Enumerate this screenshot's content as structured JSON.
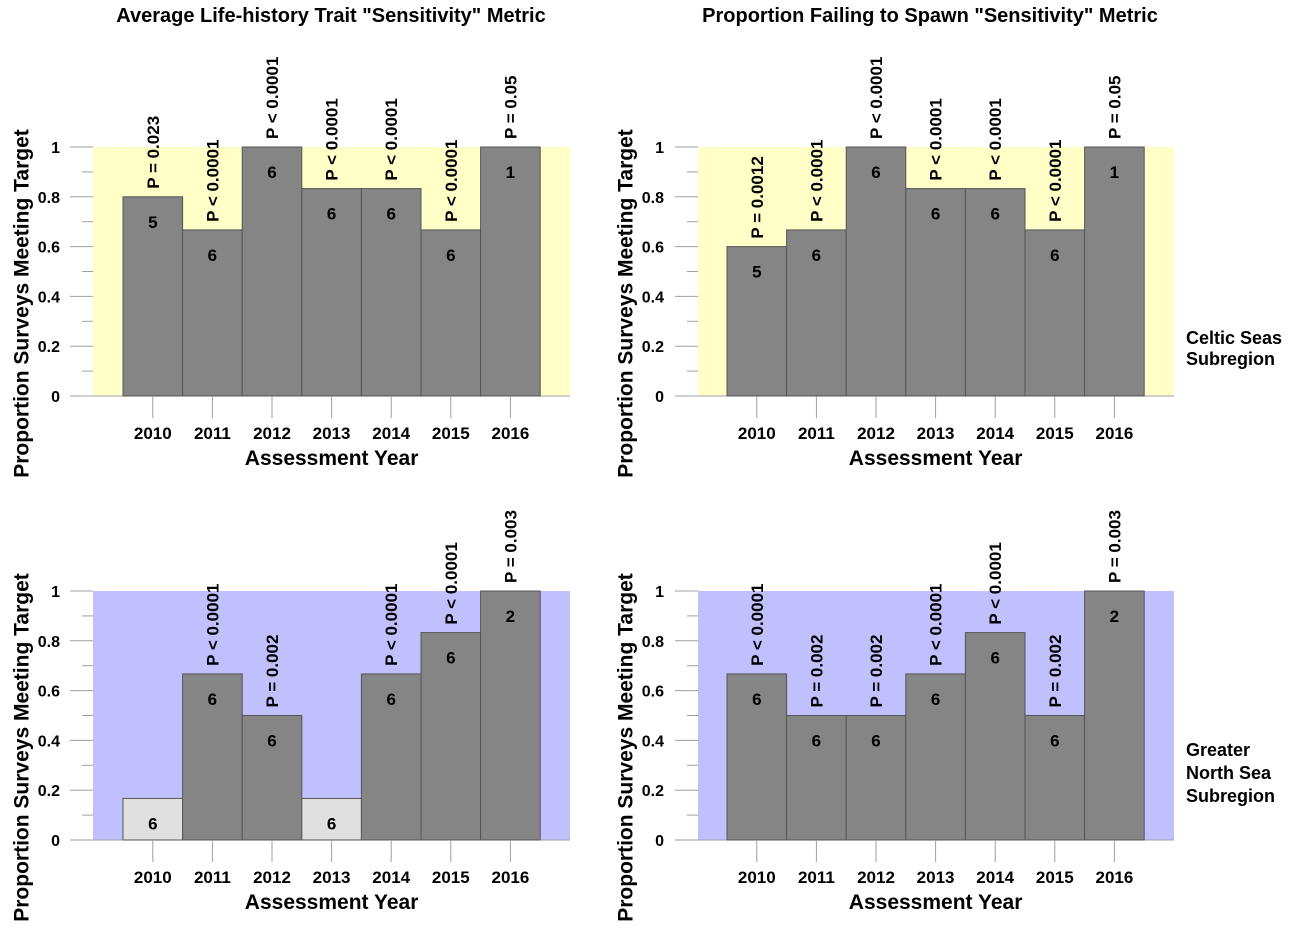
{
  "colors": {
    "celtic_bg": "#ffffc8",
    "north_sea_bg": "#c0c0ff",
    "bar_significant": "#858585",
    "bar_nonsignificant": "#e0e0e0",
    "bar_edge": "#555555",
    "axis": "#a0a0a0"
  },
  "column_titles": [
    "Average Life-history Trait \"Sensitivity\" Metric",
    "Proportion Failing to Spawn \"Sensitivity\" Metric"
  ],
  "row_labels": [
    [
      "Celtic Seas",
      "Subregion"
    ],
    [
      "Greater",
      "North Sea",
      "Subregion"
    ]
  ],
  "chart_data": [
    {
      "type": "bar",
      "panel": "top-left",
      "column_title": "Average Life-history Trait \"Sensitivity\" Metric",
      "region": "Celtic Seas Subregion",
      "background": "celtic_bg",
      "xlabel": "Assessment Year",
      "ylabel": "Proportion Surveys Meeting Target",
      "ylim": [
        0,
        1
      ],
      "yticks": [
        "0",
        "0.2",
        "0.4",
        "0.6",
        "0.8",
        "1"
      ],
      "categories": [
        "2010",
        "2011",
        "2012",
        "2013",
        "2014",
        "2015",
        "2016"
      ],
      "values": [
        0.8,
        0.667,
        1.0,
        0.833,
        0.833,
        0.667,
        1.0
      ],
      "n_surveys": [
        "5",
        "6",
        "6",
        "6",
        "6",
        "6",
        "1"
      ],
      "p_values": [
        "P = 0.023",
        "P < 0.0001",
        "P < 0.0001",
        "P < 0.0001",
        "P < 0.0001",
        "P < 0.0001",
        "P = 0.05"
      ],
      "significant": [
        true,
        true,
        true,
        true,
        true,
        true,
        true
      ]
    },
    {
      "type": "bar",
      "panel": "top-right",
      "column_title": "Proportion Failing to Spawn \"Sensitivity\" Metric",
      "region": "Celtic Seas Subregion",
      "background": "celtic_bg",
      "xlabel": "Assessment Year",
      "ylabel": "Proportion Surveys Meeting Target",
      "ylim": [
        0,
        1
      ],
      "yticks": [
        "0",
        "0.2",
        "0.4",
        "0.6",
        "0.8",
        "1"
      ],
      "categories": [
        "2010",
        "2011",
        "2012",
        "2013",
        "2014",
        "2015",
        "2016"
      ],
      "values": [
        0.6,
        0.667,
        1.0,
        0.833,
        0.833,
        0.667,
        1.0
      ],
      "n_surveys": [
        "5",
        "6",
        "6",
        "6",
        "6",
        "6",
        "1"
      ],
      "p_values": [
        "P = 0.0012",
        "P < 0.0001",
        "P < 0.0001",
        "P < 0.0001",
        "P < 0.0001",
        "P < 0.0001",
        "P = 0.05"
      ],
      "significant": [
        true,
        true,
        true,
        true,
        true,
        true,
        true
      ]
    },
    {
      "type": "bar",
      "panel": "bottom-left",
      "column_title": "Average Life-history Trait \"Sensitivity\" Metric",
      "region": "Greater North Sea Subregion",
      "background": "north_sea_bg",
      "xlabel": "Assessment Year",
      "ylabel": "Proportion Surveys Meeting Target",
      "ylim": [
        0,
        1
      ],
      "yticks": [
        "0",
        "0.2",
        "0.4",
        "0.6",
        "0.8",
        "1"
      ],
      "categories": [
        "2010",
        "2011",
        "2012",
        "2013",
        "2014",
        "2015",
        "2016"
      ],
      "values": [
        0.167,
        0.667,
        0.5,
        0.167,
        0.667,
        0.833,
        1.0
      ],
      "n_surveys": [
        "6",
        "6",
        "6",
        "6",
        "6",
        "6",
        "2"
      ],
      "p_values": [
        "",
        "P < 0.0001",
        "P = 0.002",
        "",
        "P < 0.0001",
        "P < 0.0001",
        "P = 0.003"
      ],
      "significant": [
        false,
        true,
        true,
        false,
        true,
        true,
        true
      ]
    },
    {
      "type": "bar",
      "panel": "bottom-right",
      "column_title": "Proportion Failing to Spawn \"Sensitivity\" Metric",
      "region": "Greater North Sea Subregion",
      "background": "north_sea_bg",
      "xlabel": "Assessment Year",
      "ylabel": "Proportion Surveys Meeting Target",
      "ylim": [
        0,
        1
      ],
      "yticks": [
        "0",
        "0.2",
        "0.4",
        "0.6",
        "0.8",
        "1"
      ],
      "categories": [
        "2010",
        "2011",
        "2012",
        "2013",
        "2014",
        "2015",
        "2016"
      ],
      "values": [
        0.667,
        0.5,
        0.5,
        0.667,
        0.833,
        0.5,
        1.0
      ],
      "n_surveys": [
        "6",
        "6",
        "6",
        "6",
        "6",
        "6",
        "2"
      ],
      "p_values": [
        "P < 0.0001",
        "P = 0.002",
        "P = 0.002",
        "P < 0.0001",
        "P < 0.0001",
        "P = 0.002",
        "P = 0.003"
      ],
      "significant": [
        true,
        true,
        true,
        true,
        true,
        true,
        true
      ]
    }
  ]
}
